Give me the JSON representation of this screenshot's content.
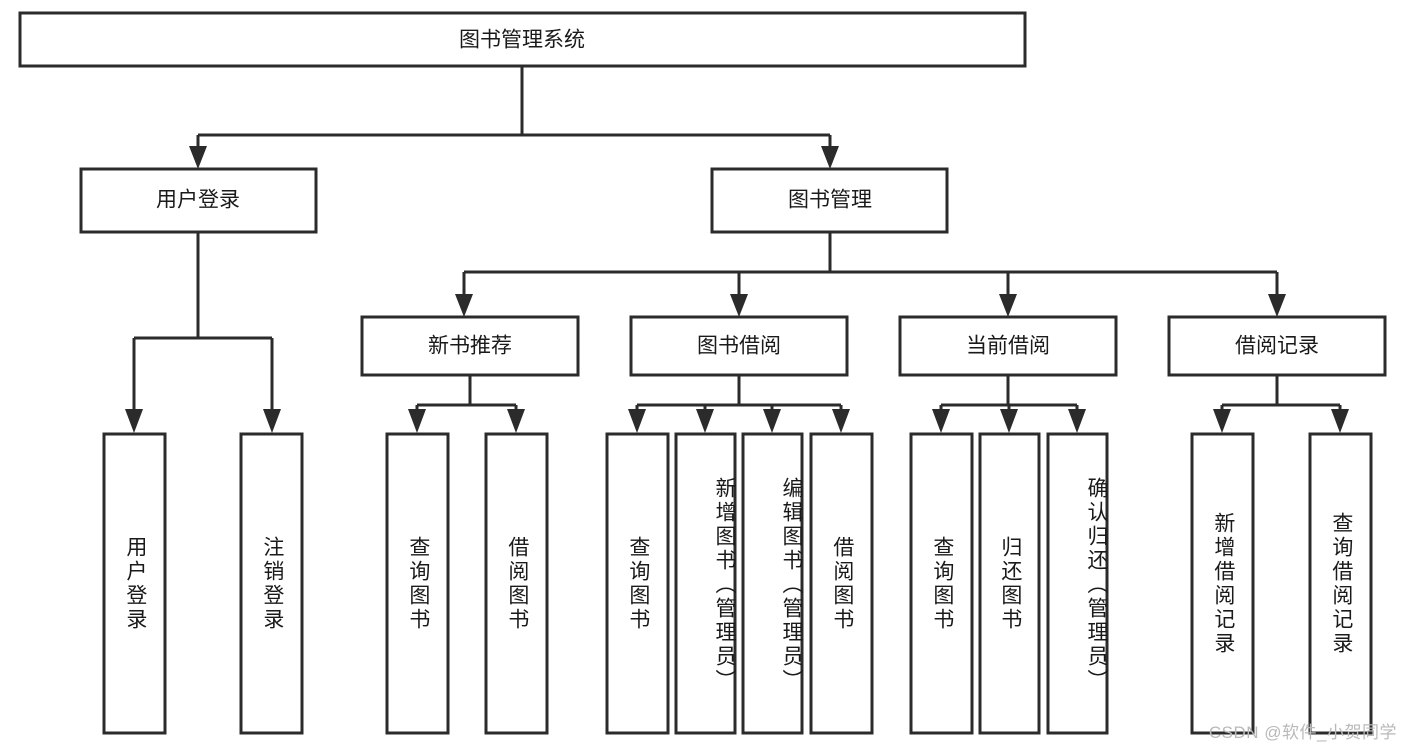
{
  "diagram": {
    "title_node": {
      "label": "图书管理系统"
    },
    "level2": [
      {
        "id": "user-login",
        "label": "用户登录"
      },
      {
        "id": "book-management",
        "label": "图书管理"
      }
    ],
    "level3": [
      {
        "id": "new-book-recommend",
        "label": "新书推荐"
      },
      {
        "id": "book-borrow",
        "label": "图书借阅"
      },
      {
        "id": "current-borrow",
        "label": "当前借阅"
      },
      {
        "id": "borrow-record",
        "label": "借阅记录"
      }
    ],
    "leaves": {
      "user_login": [
        {
          "id": "leaf-user-login",
          "label": "用户登录"
        },
        {
          "id": "leaf-logout-login",
          "label": "注销登录"
        }
      ],
      "new_book_recommend": [
        {
          "id": "leaf-query-book-1",
          "label": "查询图书"
        },
        {
          "id": "leaf-borrow-book-1",
          "label": "借阅图书"
        }
      ],
      "book_borrow": [
        {
          "id": "leaf-query-book-2",
          "label": "查询图书"
        },
        {
          "id": "leaf-add-book-admin",
          "label": "新增图书（管理员）"
        },
        {
          "id": "leaf-edit-book-admin",
          "label": "编辑图书（管理员）"
        },
        {
          "id": "leaf-borrow-book-2",
          "label": "借阅图书"
        }
      ],
      "current_borrow": [
        {
          "id": "leaf-query-book-3",
          "label": "查询图书"
        },
        {
          "id": "leaf-return-book",
          "label": "归还图书"
        },
        {
          "id": "leaf-confirm-return-admin",
          "label": "确认归还（管理员）"
        }
      ],
      "borrow_record": [
        {
          "id": "leaf-add-borrow-record",
          "label": "新增借阅记录"
        },
        {
          "id": "leaf-query-borrow-record",
          "label": "查询借阅记录"
        }
      ]
    },
    "watermark": "CSDN @软件_小贺同学",
    "colors": {
      "stroke": "#2b2b2b",
      "fill": "#ffffff",
      "text": "#1a1a1a",
      "watermark": "#b9b9b9",
      "background": "#ffffff"
    }
  }
}
